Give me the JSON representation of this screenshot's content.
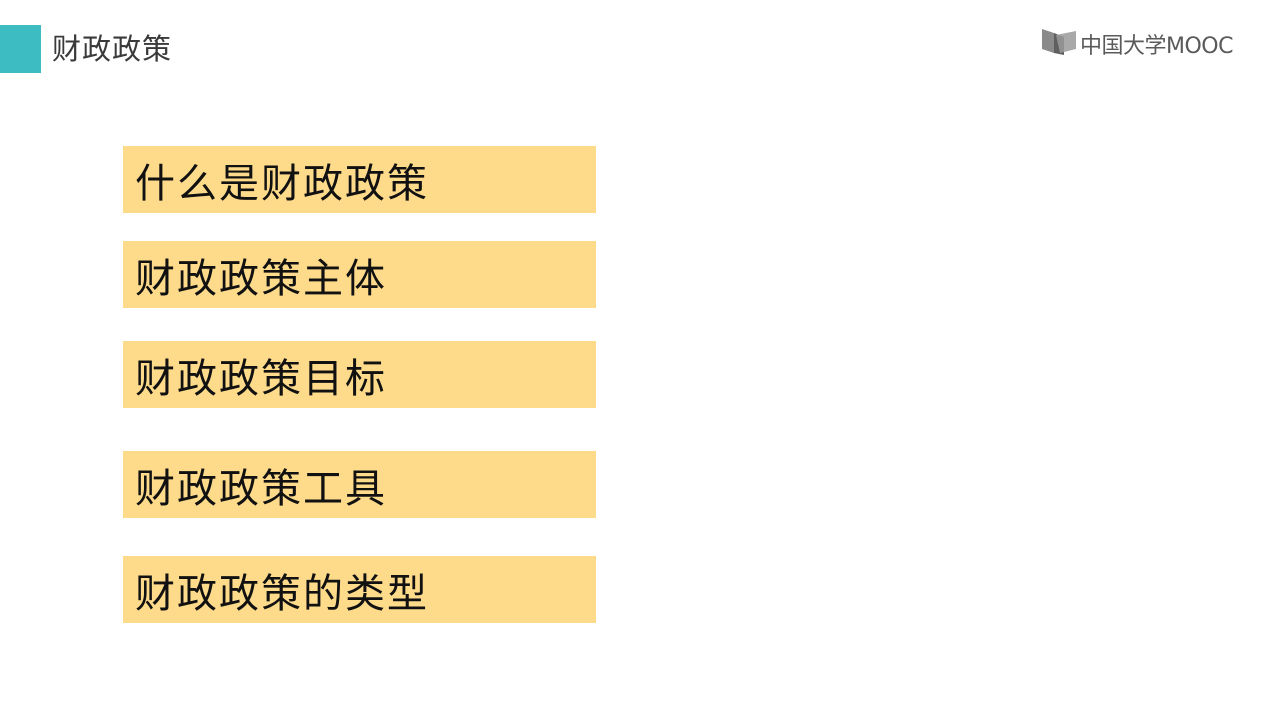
{
  "header": {
    "title": "财政政策",
    "accent_color": "#3dbdc1"
  },
  "logo": {
    "text": "中国大学MOOC",
    "icon": "book-icon"
  },
  "topics": {
    "color": "#fedb8b",
    "items": [
      {
        "label": "什么是财政政策"
      },
      {
        "label": "财政政策主体"
      },
      {
        "label": "财政政策目标"
      },
      {
        "label": "财政政策工具"
      },
      {
        "label": "财政政策的类型"
      }
    ]
  }
}
